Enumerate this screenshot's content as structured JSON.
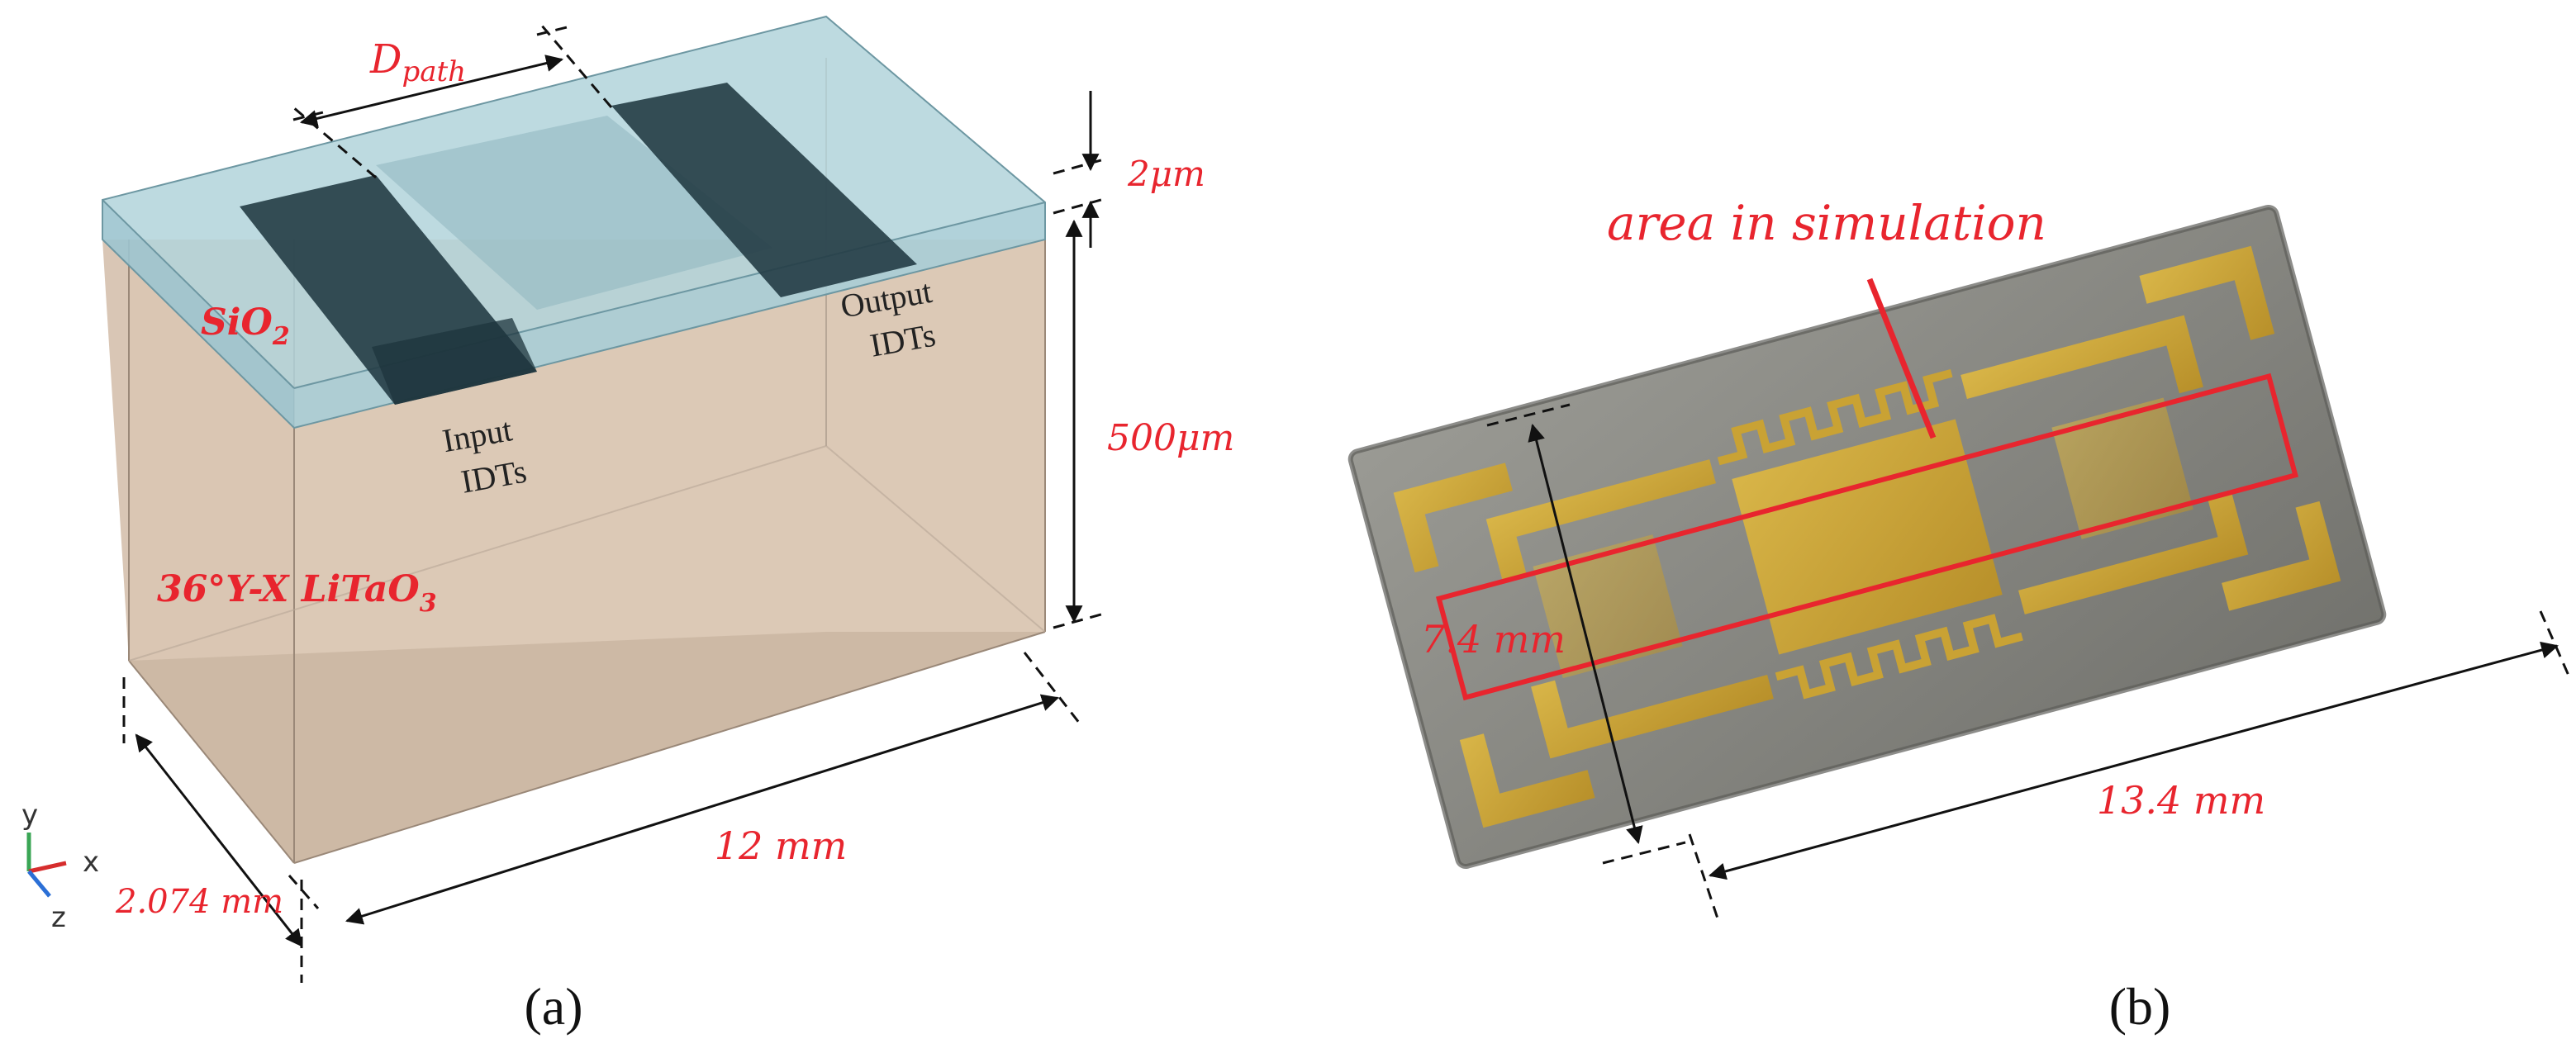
{
  "panel_a": {
    "dim_dpath_main": "D",
    "dim_dpath_sub": "path",
    "dim_top_thickness": "2μm",
    "dim_height": "500μm",
    "dim_length": "12 mm",
    "dim_width": "2.074 mm",
    "label_sio2_main": "SiO",
    "label_sio2_sub": "2",
    "label_substrate_main": "36°Y-X LiTaO",
    "label_substrate_sub": "3",
    "label_input_line1": "Input",
    "label_input_line2": "IDTs",
    "label_output_line1": "Output",
    "label_output_line2": "IDTs",
    "axis_y": "y",
    "axis_x": "x",
    "axis_z": "z",
    "caption": "(a)"
  },
  "panel_b": {
    "label_area": "area in simulation",
    "dim_width": "7.4 mm",
    "dim_length": "13.4 mm",
    "caption": "(b)"
  },
  "colors": {
    "annotation_red": "#e8252e",
    "substrate_tan": "#d9c6b3",
    "sio2_blue": "#9cc4cf",
    "idt_dark": "#243c45",
    "gold": "#c9a234",
    "chip_gray": "#8a8a84"
  }
}
